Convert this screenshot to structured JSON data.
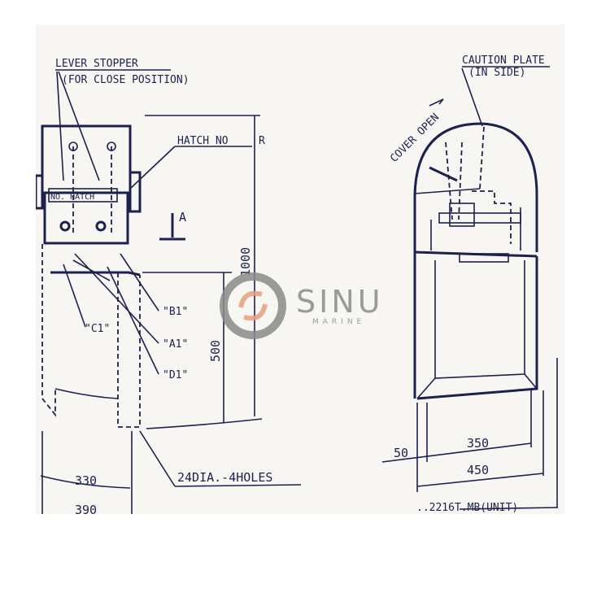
{
  "left_view": {
    "lever_stopper": "LEVER STOPPER",
    "close_position": "(FOR CLOSE POSITION)",
    "hatch_no": "HATCH NO",
    "hatch_no_mark": "R",
    "plate_label": "NO. HATCH",
    "section_mark": "A",
    "dim_total": "1000",
    "dim_lower": "500",
    "label_b1": "\"B1\"",
    "label_a1": "\"A1\"",
    "label_d1": "\"D1\"",
    "label_c1": "\"C1\"",
    "holes": "24DIA.-4HOLES",
    "dim_330": "330",
    "dim_390": "390"
  },
  "right_view": {
    "caution_plate": "CAUTION PLATE",
    "in_side": "(IN SIDE)",
    "cover_open": "COVER OPEN",
    "dim_50": "50",
    "dim_350": "350",
    "dim_450": "450",
    "model": "..2216T.MB(UNIT)"
  },
  "watermark": {
    "brand": "SINU",
    "sub": "MARINE"
  },
  "colors": {
    "ink": "#1c2150",
    "paper": "#f7f6f2",
    "watermark": "#8a8a8a"
  }
}
